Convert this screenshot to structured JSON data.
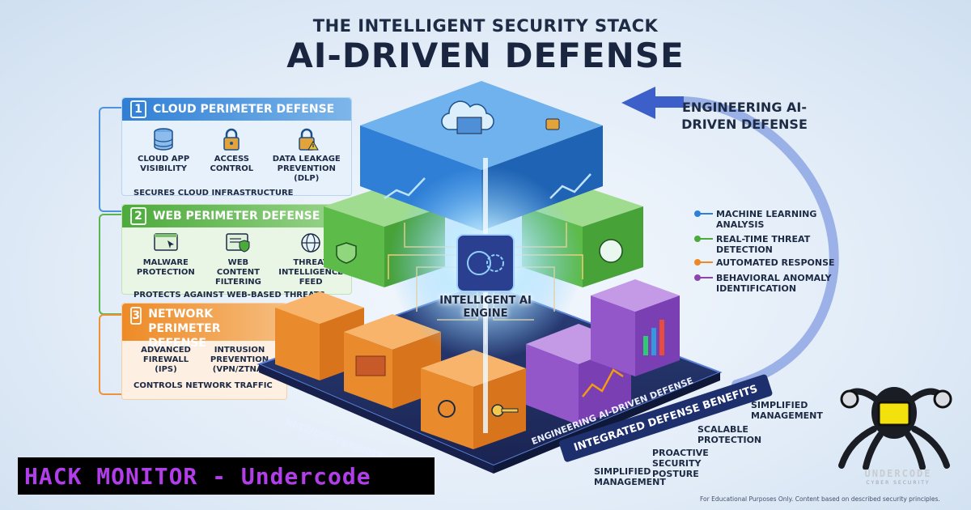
{
  "header": {
    "title_top": "THE INTELLIGENT SECURITY STACK",
    "title_main": "AI-DRIVEN DEFENSE"
  },
  "layers": [
    {
      "number": "1",
      "title": "CLOUD PERIMETER DEFENSE",
      "color": "#2f7fd6",
      "items": [
        "CLOUD APP VISIBILITY",
        "ACCESS CONTROL",
        "DATA LEAKAGE PREVENTION (DLP)"
      ],
      "icons": [
        "database-icon",
        "lock-icon",
        "warning-lock-icon"
      ],
      "footer": "SECURES CLOUD INFRASTRUCTURE"
    },
    {
      "number": "2",
      "title": "WEB PERIMETER DEFENSE",
      "color": "#4caa3b",
      "items": [
        "MALWARE PROTECTION",
        "WEB CONTENT FILTERING",
        "THREAT INTELLIGENCE FEED"
      ],
      "icons": [
        "browser-cursor-icon",
        "web-shield-icon",
        "globe-icon"
      ],
      "footer": "PROTECTS AGAINST WEB-BASED THREATS"
    },
    {
      "number": "3",
      "title": "NETWORK PERIMETER DEFENSE",
      "color": "#ee8a25",
      "items": [
        "ADVANCED FIREWALL (IPS)",
        "INTRUSION PREVENTION (VPN/ZTNA)"
      ],
      "footer": "CONTROLS NETWORK TRAFFIC"
    }
  ],
  "engine": {
    "label": "INTELLIGENT AI ENGINE",
    "icon": "brain-chip-icon"
  },
  "engineering": {
    "label": "ENGINEERING AI-DRIVEN DEFENSE"
  },
  "ai_features": [
    {
      "label": "MACHINE LEARNING ANALYSIS",
      "color": "#2f7fd6"
    },
    {
      "label": "REAL-TIME THREAT DETECTION",
      "color": "#4caa3b"
    },
    {
      "label": "AUTOMATED RESPONSE",
      "color": "#ee8a25"
    },
    {
      "label": "BEHAVIORAL ANOMALY IDENTIFICATION",
      "color": "#8e44ad"
    }
  ],
  "platform": {
    "network_label": "NETWORK PERIMETER DEFENSE",
    "engineering_label": "ENGINEERING AI-DRIVEN DEFENSE"
  },
  "benefits": {
    "ribbon": "INTEGRATED DEFENSE BENEFITS",
    "items": [
      "SIMPLIFIED MANAGEMENT",
      "SCALABLE PROTECTION",
      "PROACTIVE SECURITY POSTURE",
      "SIMPLIFIED MANAGEMENT"
    ]
  },
  "brand": {
    "bar_text": "HACK MONITOR - Undercode",
    "logo_word": "UNDERCODE",
    "logo_sub": "CYBER SECURITY",
    "bar_text_color": "#b13ee8"
  },
  "disclaimer": "For Educational Purposes Only. Content based on described security principles."
}
